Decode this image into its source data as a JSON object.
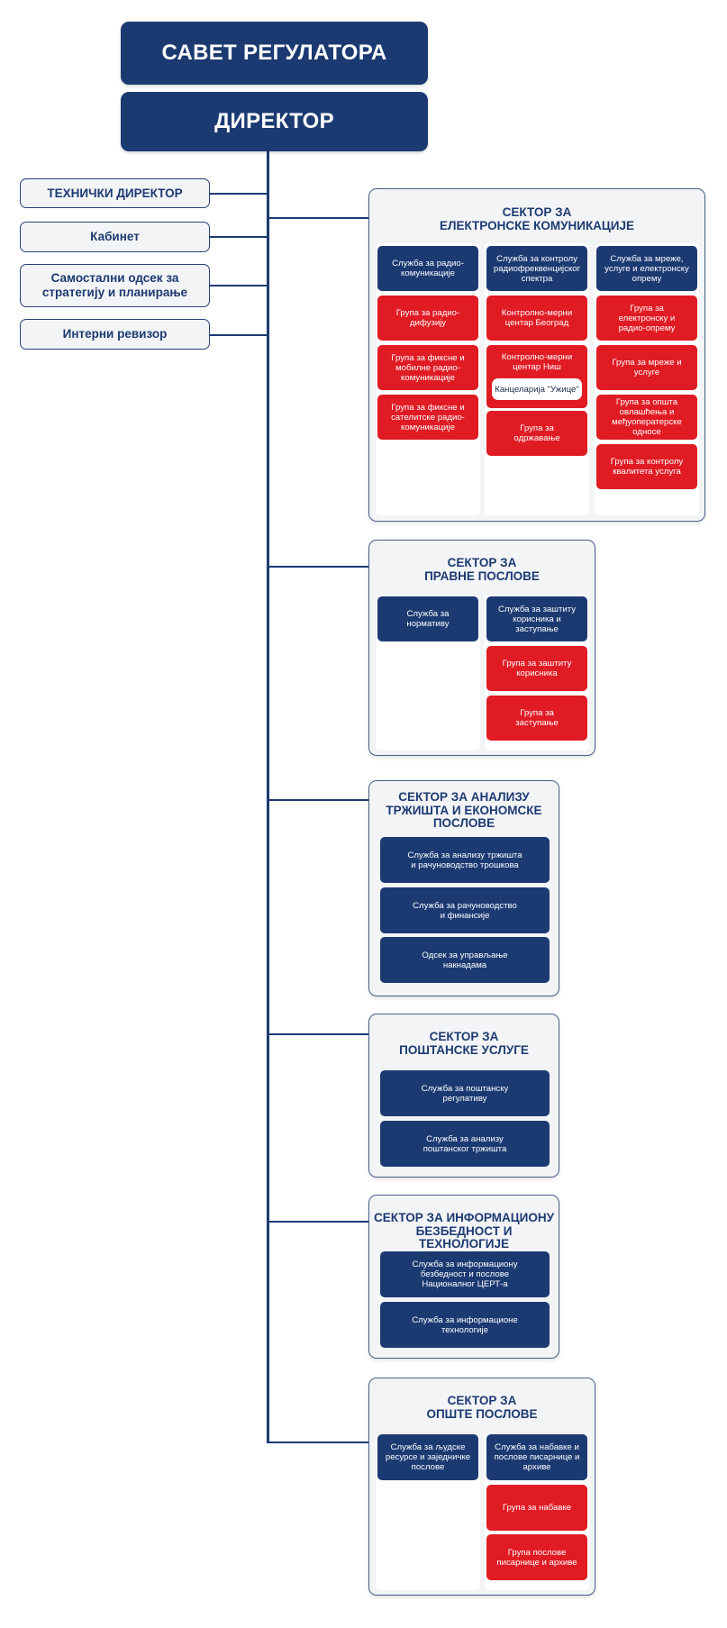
{
  "top": {
    "council": "САВЕТ РЕГУЛАТОРА",
    "director": "ДИРЕКТОР"
  },
  "staff": [
    "ТЕХНИЧКИ ДИРЕКТОР",
    "Кабинет",
    "Самостални одсек за\nстратегију и планирање",
    "Интерни ревизор"
  ],
  "sectors": {
    "ek": {
      "title": "СЕКТОР ЗА\nЕЛЕКТРОНСКЕ КОМУНИКАЦИЈЕ",
      "units": [
        "Служба за радио-\nкомуникације",
        "Група за радио-\nдифузију",
        "Група за фиксне и\nмобилне радио-\nкомуникације",
        "Група за фиксне и\nсателитске радио-\nкомуникације",
        "Служба за контролу\nрадиофреквенцијског\nспектра",
        "Контролно-мерни\nцентар Београд",
        "Контролно-мерни\nцентар Ниш",
        "Канцеларија \"Ужице\"",
        "Група за\nодржавање",
        "Служба за мреже,\nуслуге и електронску\nопрему",
        "Група за\nелектронску и\nрадио-опрему",
        "Група за мреже и\nуслуге",
        "Група за општа\nовлашћења и\nмеђуоператерске\nодносе",
        "Група за контролу\nквалитета услуга"
      ]
    },
    "legal": {
      "title": "СЕКТОР ЗА\nПРАВНЕ ПОСЛОВЕ",
      "units": [
        "Служба за\nнормативу",
        "Служба за заштиту\nкорисника и\nзаступање",
        "Група за заштиту\nкорисника",
        "Група за\nзаступање"
      ]
    },
    "market": {
      "title": "СЕКТОР ЗА АНАЛИЗУ\nТРЖИШТА И ЕКОНОМСКЕ\nПОСЛОВЕ",
      "units": [
        "Служба за анализу тржишта\nи рачуноводство трошкова",
        "Служба за рачуноводство\nи финансије",
        "Одсек за управљање\nнакнадама"
      ]
    },
    "postal": {
      "title": "СЕКТОР ЗА\nПОШТАНСКЕ УСЛУГЕ",
      "units": [
        "Служба за поштанску\nрегулативу",
        "Служба за анализу\nпоштанског тржишта"
      ]
    },
    "infosec": {
      "title": "СЕКТОР ЗА ИНФОРМАЦИОНУ\nБЕЗБЕДНОСТ И ТЕХНОЛОГИЈЕ",
      "units": [
        "Служба за информациону\nбезбедност и послове\nНационалног ЦЕРТ-а",
        "Служба за информационе\nтехнологије"
      ]
    },
    "general": {
      "title": "СЕКТОР ЗА\nОПШТЕ ПОСЛОВЕ",
      "units": [
        "Служба за људске\nресурсе и заједничке\nпослове",
        "Служба за набавке и\nпослове писарнице и\nархиве",
        "Група за набавке",
        "Група послове\nписарнице и архиве"
      ]
    }
  },
  "colors": {
    "navy": "#1c3a72",
    "red": "#e01b24",
    "panel": "#f3f4f6"
  }
}
